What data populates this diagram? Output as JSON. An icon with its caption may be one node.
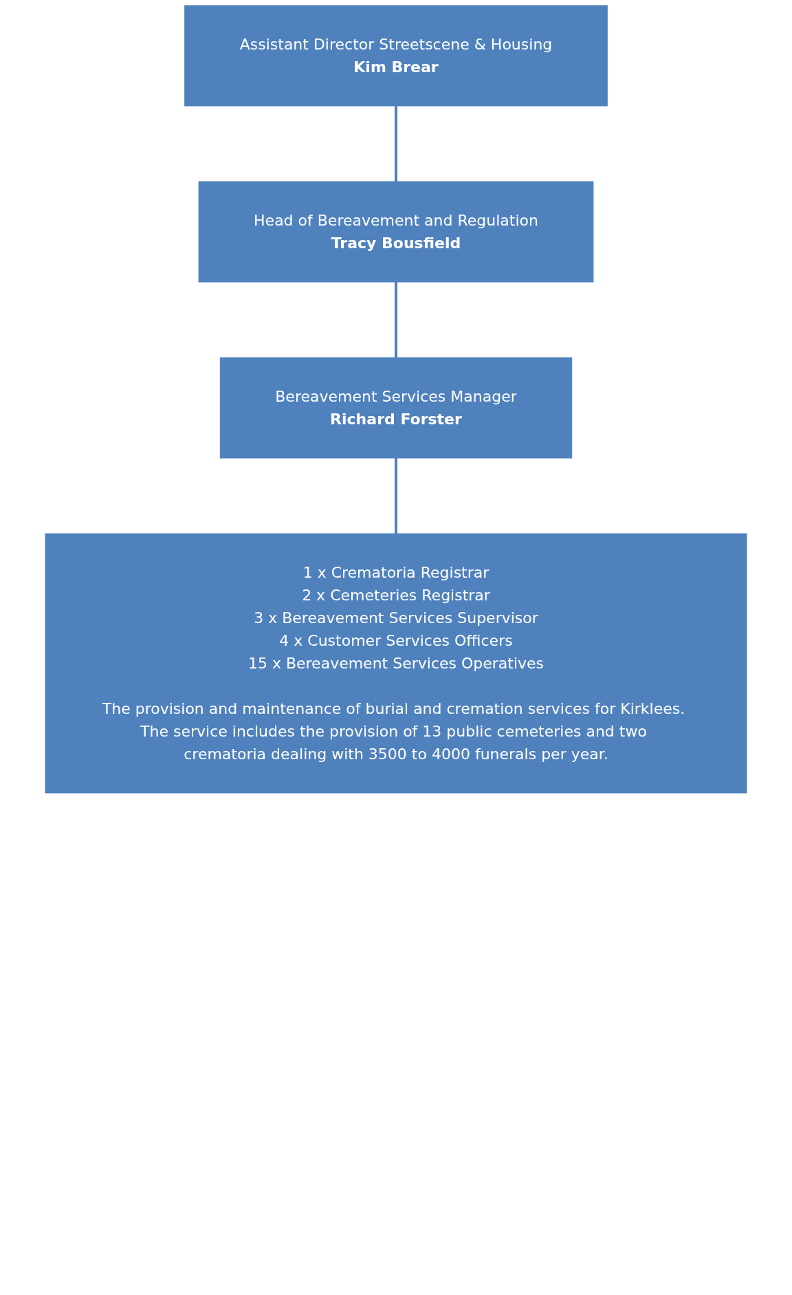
{
  "diagram": {
    "nodes": [
      {
        "text": [
          "Assistant Director Streetscene & Housing",
          "Kim Brear"
        ]
      },
      {
        "text": [
          "Head of Bereavement and Regulation",
          "Tracy Bousfield"
        ]
      },
      {
        "text": [
          "Bereavement Services Manager",
          "Richard Forster"
        ]
      },
      {
        "text": [
          "1 x Crematoria Registrar",
          "2 x Cemeteries Registrar",
          "3 x Bereavement Services Supervisor",
          "4 x Customer Services Officers",
          "15 x Bereavement Services Operatives",
          "The provision and maintenance of burial and cremation services for Kirklees. The service includes the provision of 13 public cemeteries and two crematoria dealing with 3500 to 4000 funerals per year."
        ]
      }
    ],
    "edges": [
      {
        "from": 0,
        "to": 1,
        "arrow": "none"
      },
      {
        "from": 1,
        "to": 2,
        "arrow": "none"
      },
      {
        "from": 2,
        "to": 3,
        "arrow": "none"
      }
    ]
  }
}
